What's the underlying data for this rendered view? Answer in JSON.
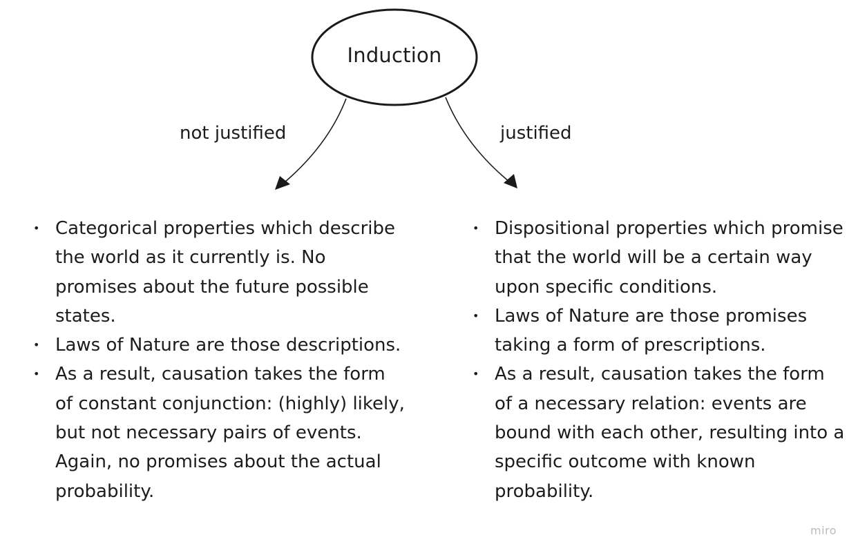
{
  "root": {
    "label": "Induction"
  },
  "branches": [
    {
      "edge_label": "not justified",
      "bullets": [
        "Categorical properties which describe the world as it currently is. No promises about the future possible states.",
        "Laws of Nature are those descriptions.",
        "As a result, causation takes the form of constant conjunction: (highly) likely, but not necessary pairs of events. Again, no promises about the actual probability."
      ]
    },
    {
      "edge_label": "justified",
      "bullets": [
        "Dispositional properties which promise that the world will be a certain way upon specific conditions.",
        "Laws of Nature are those promises taking a form of prescriptions.",
        "As a result, causation takes the form of a necessary relation: events are bound with each other, resulting into a specific outcome with known probability."
      ]
    }
  ],
  "bullet_glyph": "•",
  "watermark": "miro",
  "colors": {
    "stroke": "#1a1a1a",
    "text": "#1c1c1c",
    "watermark": "#b9bcc2"
  }
}
